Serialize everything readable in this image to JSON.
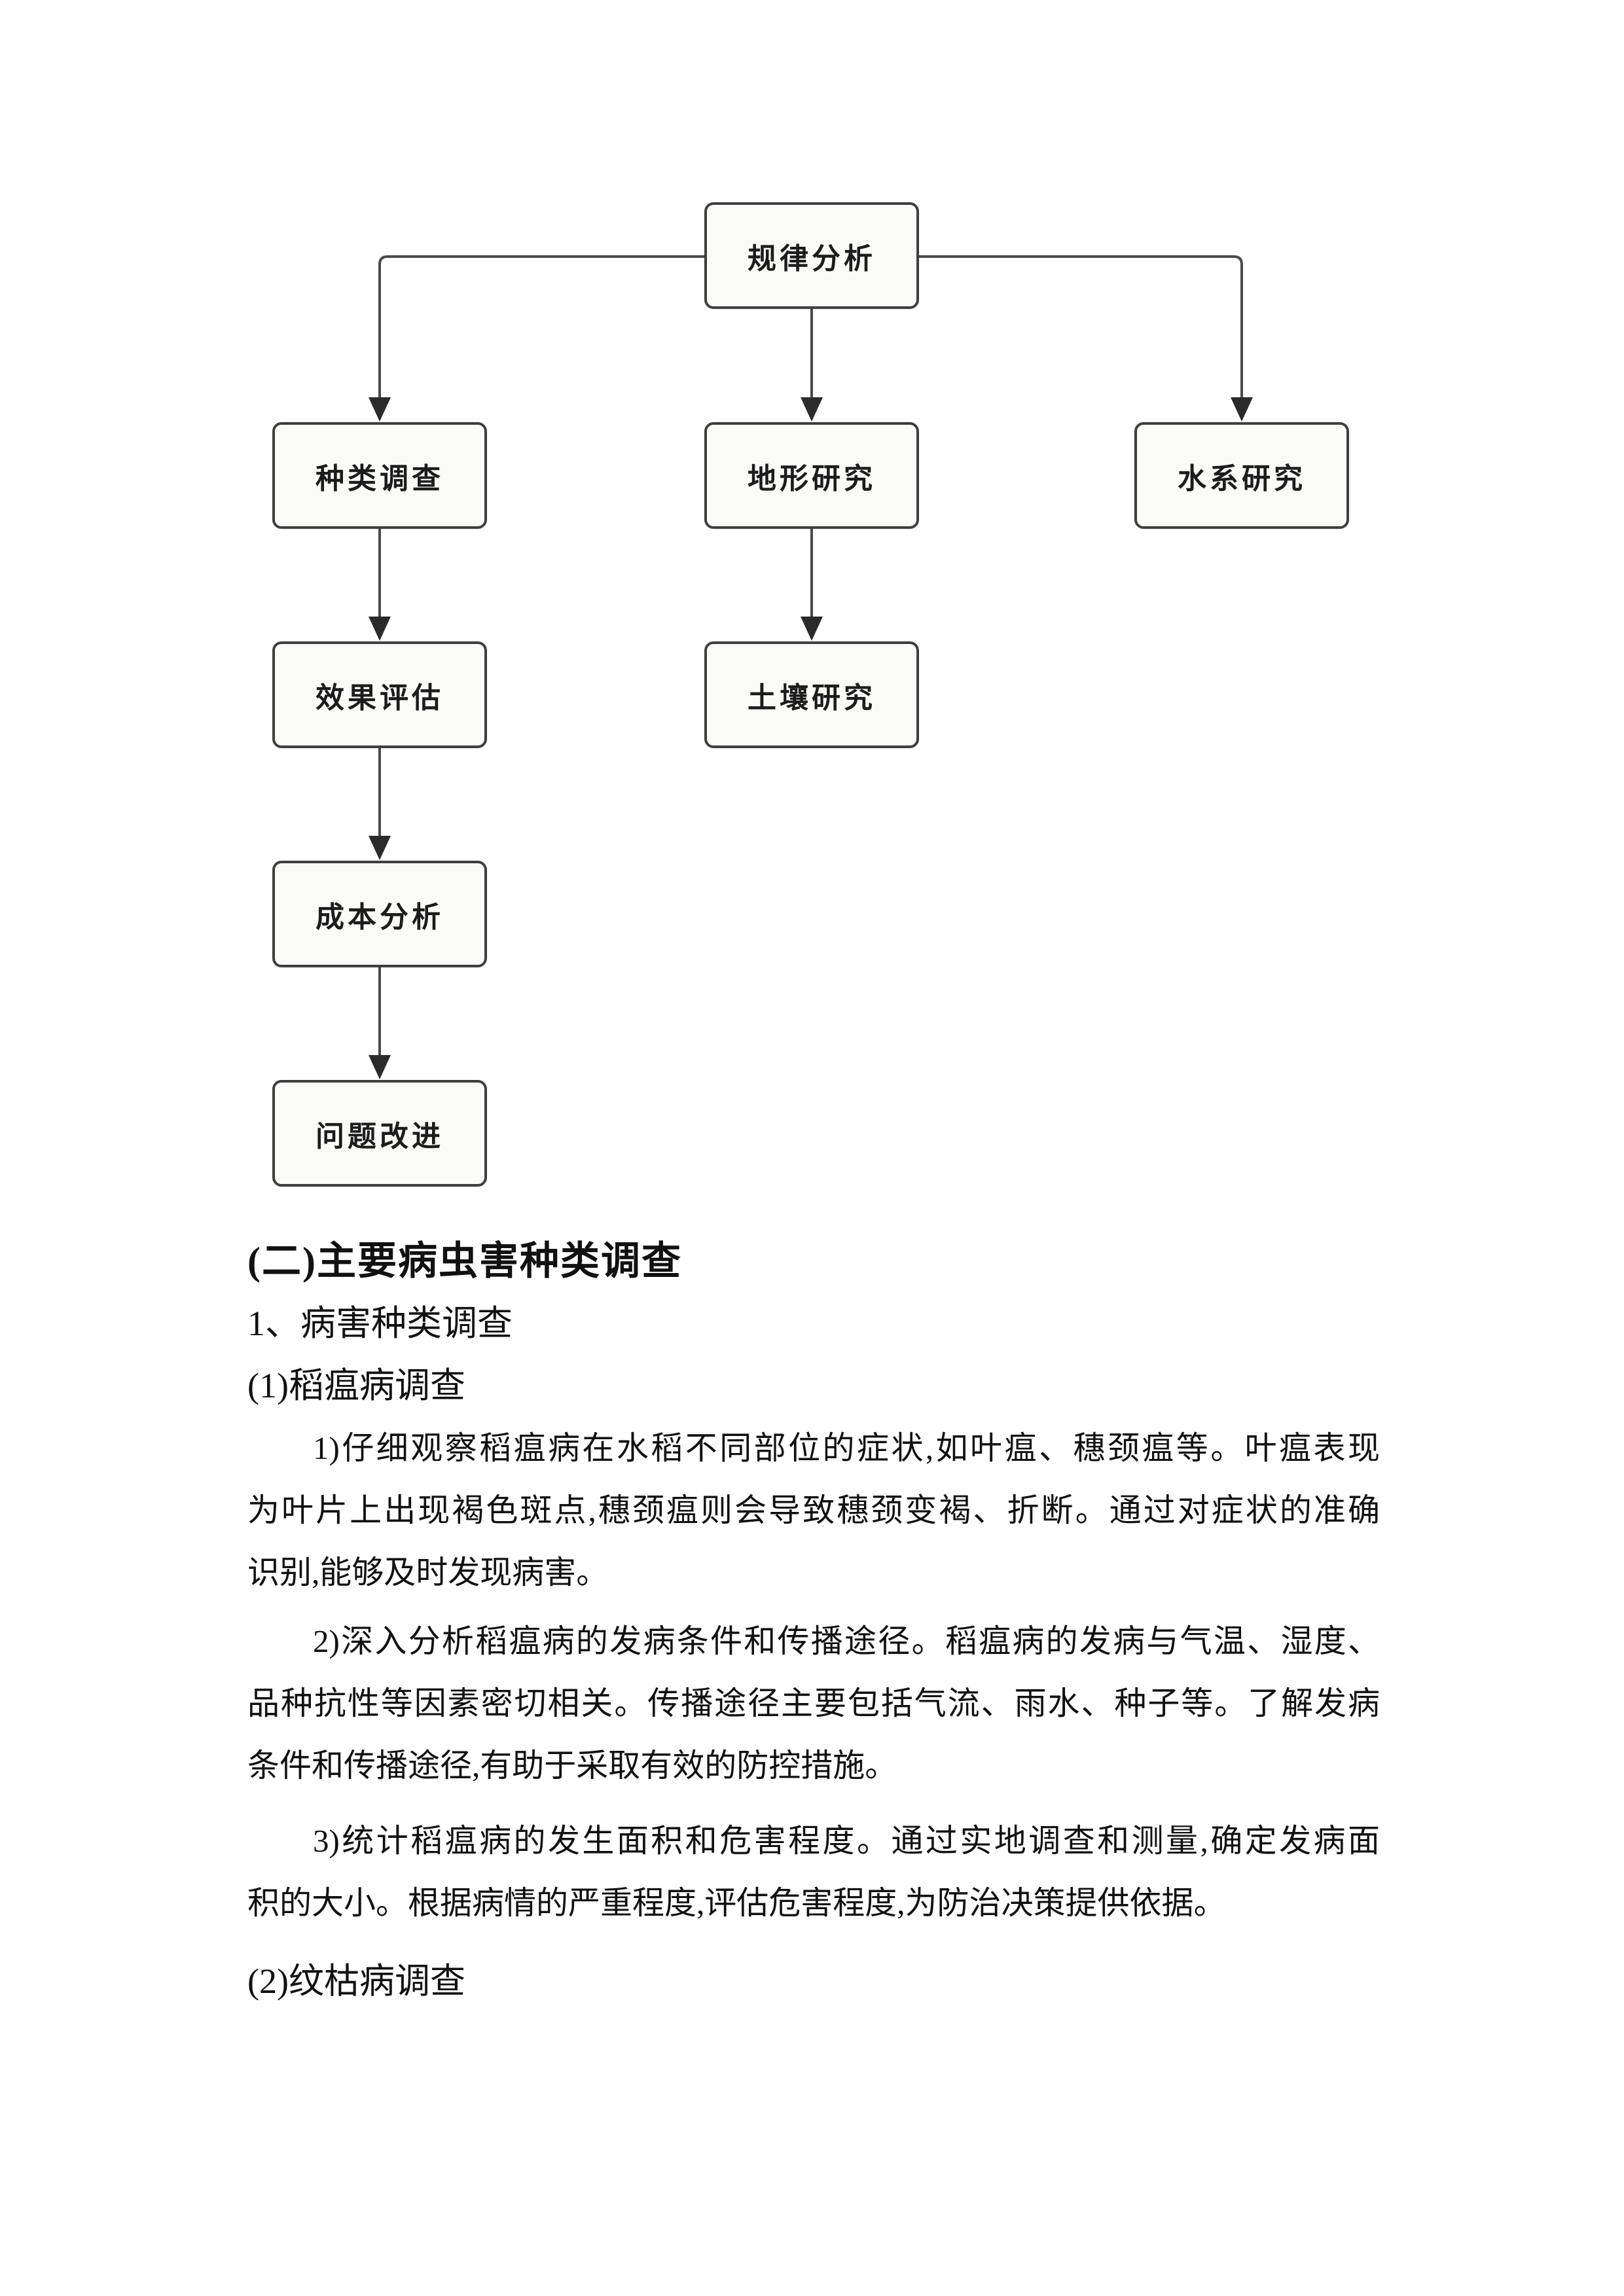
{
  "colors": {
    "page_background": "#ffffff",
    "box_fill": "#fafaf8",
    "box_border": "#3f3f3f",
    "connector": "#4a4a4a",
    "arrowhead": "#2b2b2b",
    "text": "#111111"
  },
  "flowchart": {
    "nodes": [
      {
        "label": "规律分析"
      },
      {
        "label": "种类调查"
      },
      {
        "label": "地形研究"
      },
      {
        "label": "水系研究"
      },
      {
        "label": "效果评估"
      },
      {
        "label": "土壤研究"
      },
      {
        "label": "成本分析"
      },
      {
        "label": "问题改进"
      }
    ]
  },
  "document": {
    "heading": "(二)主要病虫害种类调查",
    "item1": "1、病害种类调查",
    "item2": "(1)稻瘟病调查",
    "para1_line1": "1)仔细观察稻瘟病在水稻不同部位的症状,如叶瘟、穗颈瘟等。叶瘟表现",
    "para1_line2": "为叶片上出现褐色斑点,穗颈瘟则会导致穗颈变褐、折断。通过对症状的准确",
    "para1_line3": "识别,能够及时发现病害。",
    "para2_line1": "2)深入分析稻瘟病的发病条件和传播途径。稻瘟病的发病与气温、湿度、",
    "para2_line2": "品种抗性等因素密切相关。传播途径主要包括气流、雨水、种子等。了解发病",
    "para2_line3": "条件和传播途径,有助于采取有效的防控措施。",
    "para3_line1": "3)统计稻瘟病的发生面积和危害程度。通过实地调查和测量,确定发病面",
    "para3_line2": "积的大小。根据病情的严重程度,评估危害程度,为防治决策提供依据。",
    "item3": "(2)纹枯病调查"
  }
}
